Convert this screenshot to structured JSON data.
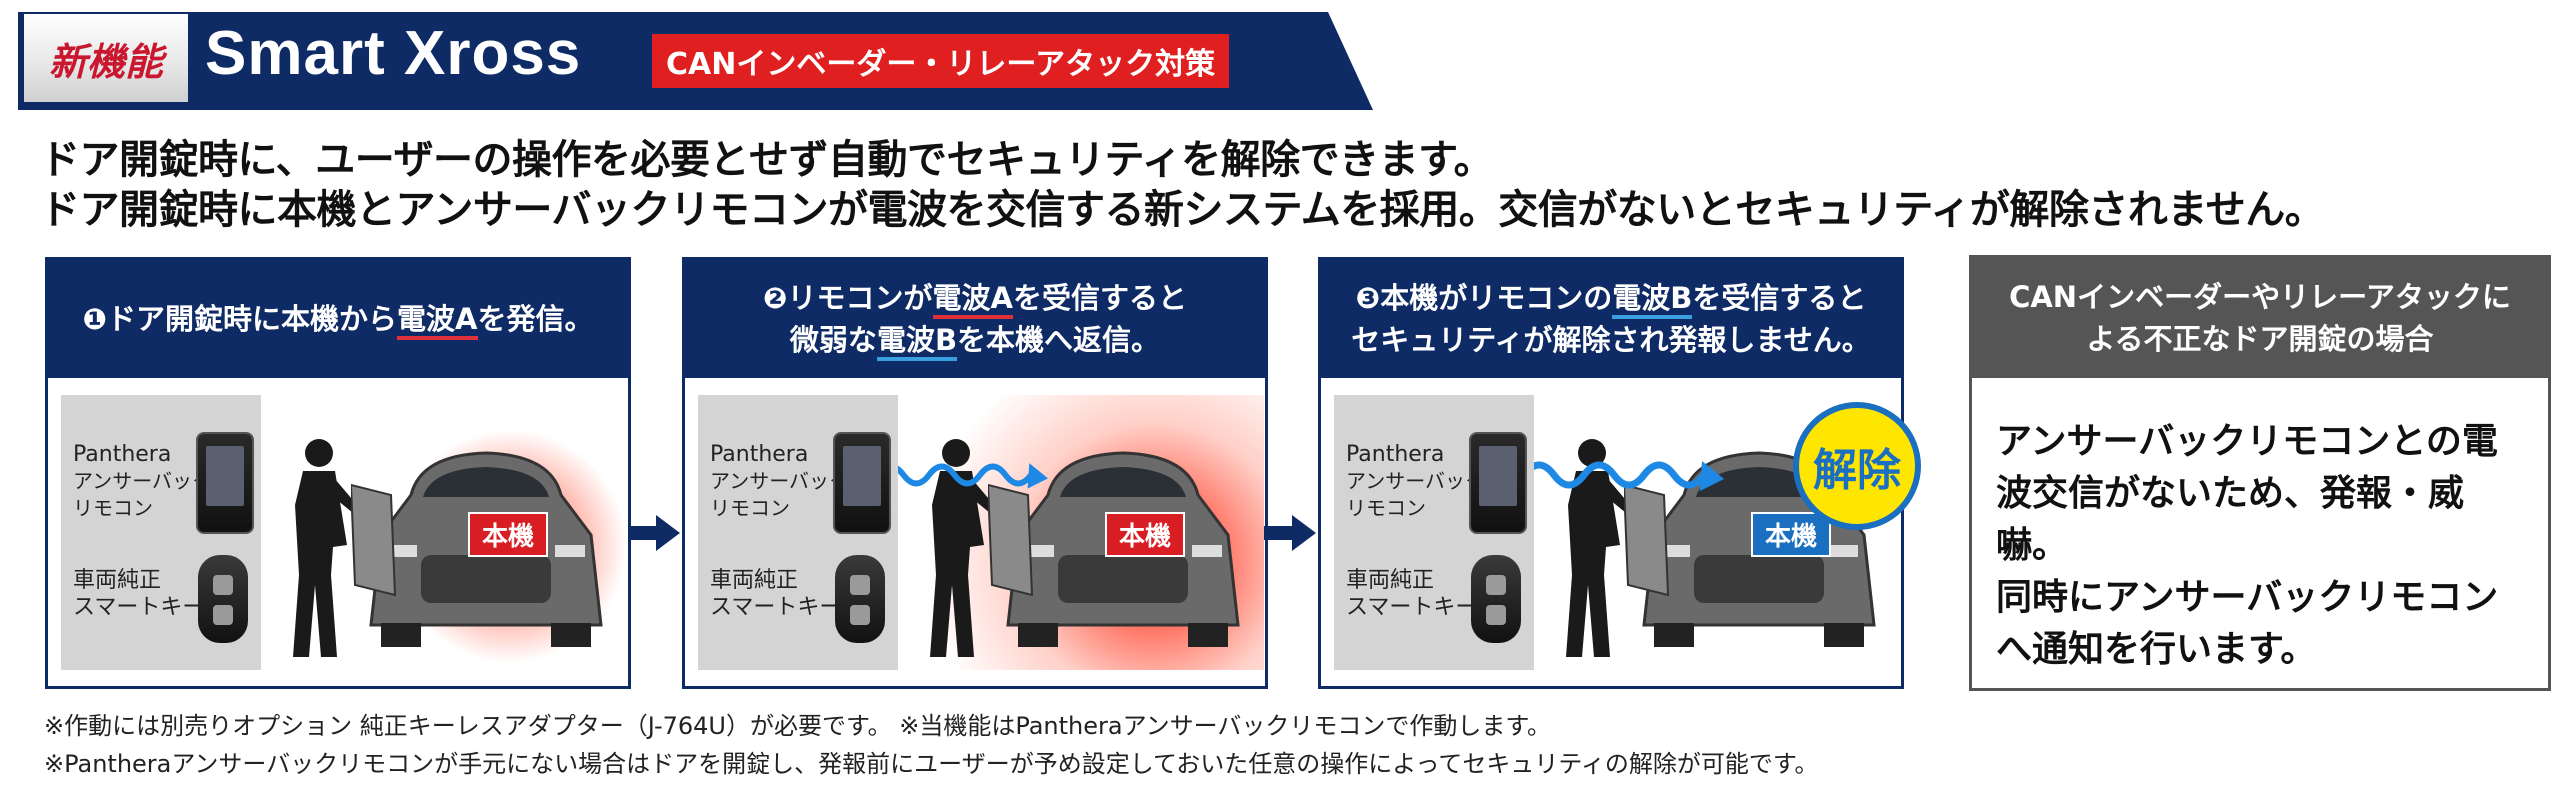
{
  "banner": {
    "new_badge": "新機能",
    "title": "Smart Xross",
    "sub_badge": "CANインベーダー・リレーアタック対策"
  },
  "intro": {
    "line1": "ドア開錠時に、ユーザーの操作を必要とせず自動でセキュリティを解除できます。",
    "line2": "ドア開錠時に本機とアンサーバックリモコンが電波を交信する新システムを採用。交信がないとセキュリティが解除されません。"
  },
  "panels": [
    {
      "line1_pre": "❶ドア開錠時に本機から",
      "line1_mark": "電波A",
      "line1_post": "を発信。",
      "line2": ""
    },
    {
      "line1_pre": "❷リモコンが",
      "line1_mark": "電波A",
      "line1_post": "を受信すると",
      "line2_pre": "微弱な",
      "line2_mark": "電波B",
      "line2_post": "を本機へ返信。"
    },
    {
      "line1_pre": "❸本機がリモコンの",
      "line1_mark": "電波B",
      "line1_post": "を受信すると",
      "line2": "セキュリティが解除され発報しません。"
    }
  ],
  "scene": {
    "remote_label_1": "Panthera",
    "remote_label_2": "アンサーバック",
    "remote_label_3": "リモコン",
    "key_label_1": "車両純正",
    "key_label_2": "スマートキー",
    "unit_label": "本機",
    "release_badge": "解除"
  },
  "panel4": {
    "head_line1": "CANインベーダーやリレーアタックに",
    "head_line2": "よる不正なドア開錠の場合",
    "body_line1": "アンサーバックリモコンとの電",
    "body_line2": "波交信がないため、発報・威嚇。",
    "body_line3": "同時にアンサーバックリモコン",
    "body_line4": "へ通知を行います。"
  },
  "notes": {
    "note1": "※作動には別売りオプション 純正キーレスアダプター（J-764U）が必要です。 ※当機能はPantheraアンサーバックリモコンで作動します。",
    "note2": "※Pantheraアンサーバックリモコンが手元にない場合はドアを開錠し、発報前にユーザーが予め設定しておいた任意の操作によってセキュリティの解除が可能です。"
  },
  "colors": {
    "navy": "#0f2b66",
    "red": "#d81e22",
    "blue": "#1a6fc0",
    "yellow": "#ffe600",
    "gray_head": "#555555"
  }
}
